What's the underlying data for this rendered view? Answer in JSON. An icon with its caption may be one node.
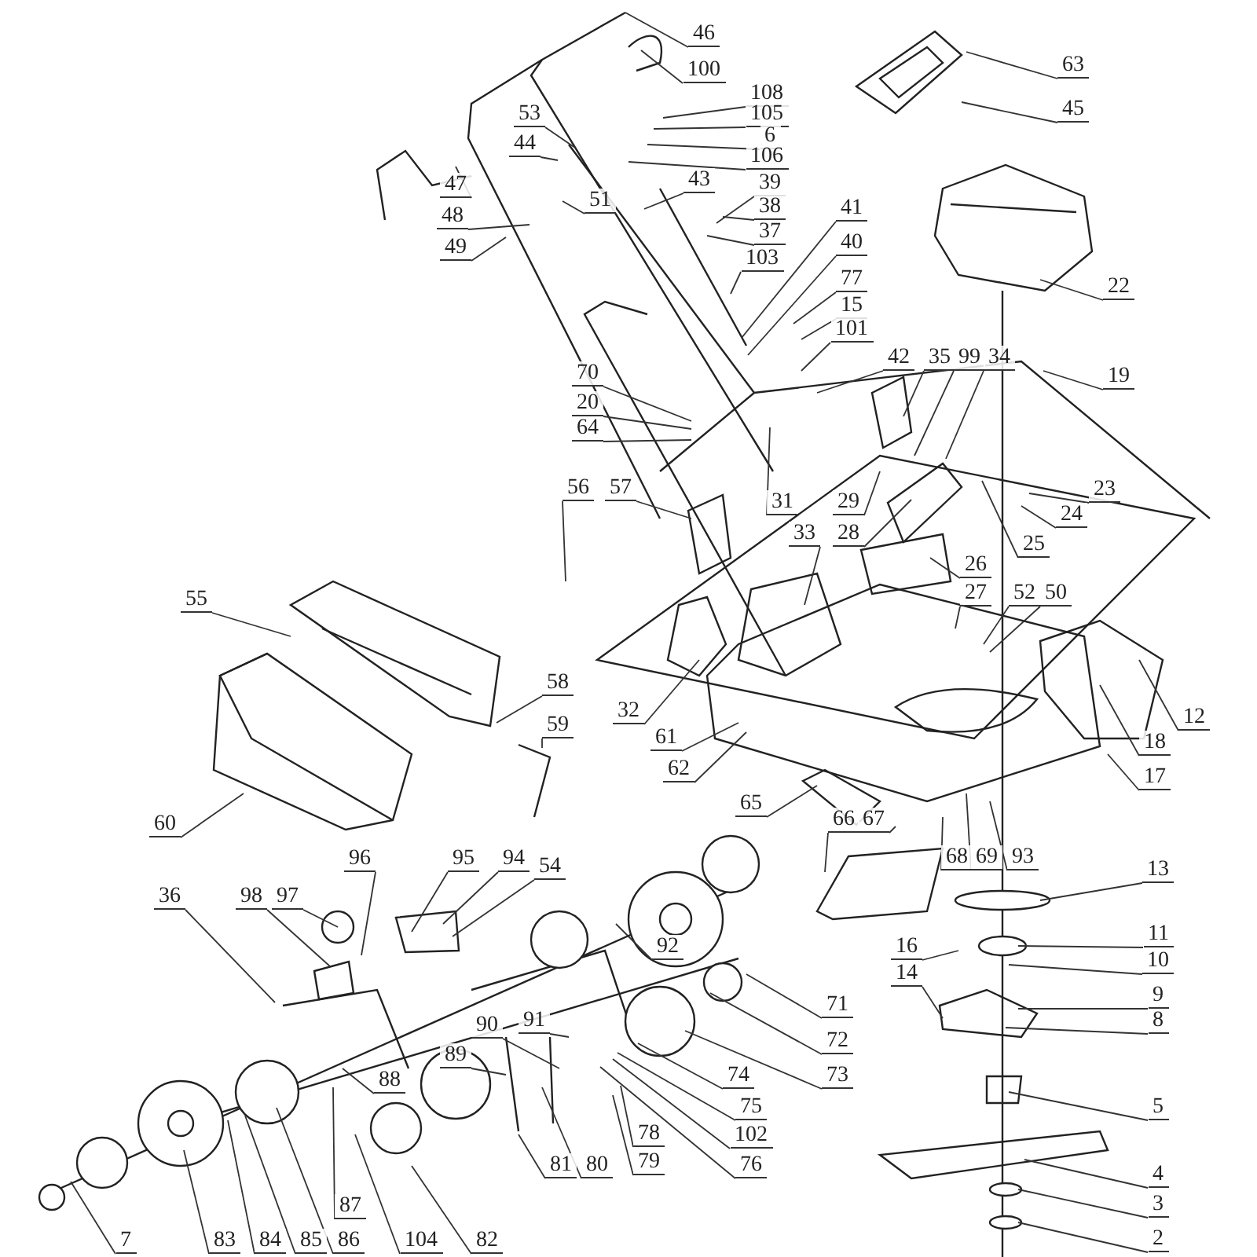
{
  "diagram": {
    "nodes": [
      {
        "text": [
          "46"
        ]
      },
      {
        "text": [
          "100"
        ]
      },
      {
        "text": [
          "108"
        ]
      },
      {
        "text": [
          "105"
        ]
      },
      {
        "text": [
          "6"
        ]
      },
      {
        "text": [
          "106"
        ]
      },
      {
        "text": [
          "53"
        ]
      },
      {
        "text": [
          "44"
        ]
      },
      {
        "text": [
          "43"
        ]
      },
      {
        "text": [
          "39"
        ]
      },
      {
        "text": [
          "38"
        ]
      },
      {
        "text": [
          "37"
        ]
      },
      {
        "text": [
          "51"
        ]
      },
      {
        "text": [
          "47"
        ]
      },
      {
        "text": [
          "48"
        ]
      },
      {
        "text": [
          "49"
        ]
      },
      {
        "text": [
          "103"
        ]
      },
      {
        "text": [
          "41"
        ]
      },
      {
        "text": [
          "40"
        ]
      },
      {
        "text": [
          "77"
        ]
      },
      {
        "text": [
          "15"
        ]
      },
      {
        "text": [
          "101"
        ]
      },
      {
        "text": [
          "42"
        ]
      },
      {
        "text": [
          "35"
        ]
      },
      {
        "text": [
          "99"
        ]
      },
      {
        "text": [
          "34"
        ]
      },
      {
        "text": [
          "19"
        ]
      },
      {
        "text": [
          "63"
        ]
      },
      {
        "text": [
          "45"
        ]
      },
      {
        "text": [
          "22"
        ]
      },
      {
        "text": [
          "70"
        ]
      },
      {
        "text": [
          "20"
        ]
      },
      {
        "text": [
          "64"
        ]
      },
      {
        "text": [
          "56"
        ]
      },
      {
        "text": [
          "57"
        ]
      },
      {
        "text": [
          "31"
        ]
      },
      {
        "text": [
          "29"
        ]
      },
      {
        "text": [
          "28"
        ]
      },
      {
        "text": [
          "33"
        ]
      },
      {
        "text": [
          "23"
        ]
      },
      {
        "text": [
          "24"
        ]
      },
      {
        "text": [
          "25"
        ]
      },
      {
        "text": [
          "26"
        ]
      },
      {
        "text": [
          "27"
        ]
      },
      {
        "text": [
          "52"
        ]
      },
      {
        "text": [
          "50"
        ]
      },
      {
        "text": [
          "12"
        ]
      },
      {
        "text": [
          "18"
        ]
      },
      {
        "text": [
          "17"
        ]
      },
      {
        "text": [
          "55"
        ]
      },
      {
        "text": [
          "58"
        ]
      },
      {
        "text": [
          "59"
        ]
      },
      {
        "text": [
          "60"
        ]
      },
      {
        "text": [
          "32"
        ]
      },
      {
        "text": [
          "61"
        ]
      },
      {
        "text": [
          "62"
        ]
      },
      {
        "text": [
          "65"
        ]
      },
      {
        "text": [
          "66"
        ]
      },
      {
        "text": [
          "67"
        ]
      },
      {
        "text": [
          "68"
        ]
      },
      {
        "text": [
          "69"
        ]
      },
      {
        "text": [
          "93"
        ]
      },
      {
        "text": [
          "13"
        ]
      },
      {
        "text": [
          "11"
        ]
      },
      {
        "text": [
          "10"
        ]
      },
      {
        "text": [
          "9"
        ]
      },
      {
        "text": [
          "8"
        ]
      },
      {
        "text": [
          "16"
        ]
      },
      {
        "text": [
          "14"
        ]
      },
      {
        "text": [
          "5"
        ]
      },
      {
        "text": [
          "4"
        ]
      },
      {
        "text": [
          "3"
        ]
      },
      {
        "text": [
          "2"
        ]
      },
      {
        "text": [
          "71"
        ]
      },
      {
        "text": [
          "72"
        ]
      },
      {
        "text": [
          "73"
        ]
      },
      {
        "text": [
          "74"
        ]
      },
      {
        "text": [
          "75"
        ]
      },
      {
        "text": [
          "102"
        ]
      },
      {
        "text": [
          "76"
        ]
      },
      {
        "text": [
          "78"
        ]
      },
      {
        "text": [
          "79"
        ]
      },
      {
        "text": [
          "92"
        ]
      },
      {
        "text": [
          "36"
        ]
      },
      {
        "text": [
          "98"
        ]
      },
      {
        "text": [
          "97"
        ]
      },
      {
        "text": [
          "96"
        ]
      },
      {
        "text": [
          "95"
        ]
      },
      {
        "text": [
          "94"
        ]
      },
      {
        "text": [
          "54"
        ]
      },
      {
        "text": [
          "91"
        ]
      },
      {
        "text": [
          "90"
        ]
      },
      {
        "text": [
          "89"
        ]
      },
      {
        "text": [
          "88"
        ]
      },
      {
        "text": [
          "87"
        ]
      },
      {
        "text": [
          "81"
        ]
      },
      {
        "text": [
          "80"
        ]
      },
      {
        "text": [
          "104"
        ]
      },
      {
        "text": [
          "82"
        ]
      },
      {
        "text": [
          "83"
        ]
      },
      {
        "text": [
          "84"
        ]
      },
      {
        "text": [
          "85"
        ]
      },
      {
        "text": [
          "86"
        ]
      },
      {
        "text": [
          "7"
        ]
      }
    ],
    "edges": [
      {
        "from": 0,
        "to": null,
        "arrow": "none"
      },
      {
        "from": 1,
        "to": null,
        "arrow": "none"
      },
      {
        "from": 2,
        "to": null,
        "arrow": "none"
      },
      {
        "from": 3,
        "to": null,
        "arrow": "none"
      },
      {
        "from": 4,
        "to": null,
        "arrow": "none"
      },
      {
        "from": 5,
        "to": null,
        "arrow": "none"
      },
      {
        "from": 6,
        "to": null,
        "arrow": "none"
      },
      {
        "from": 7,
        "to": null,
        "arrow": "none"
      },
      {
        "from": 8,
        "to": null,
        "arrow": "none"
      },
      {
        "from": 9,
        "to": null,
        "arrow": "none"
      },
      {
        "from": 10,
        "to": null,
        "arrow": "none"
      },
      {
        "from": 11,
        "to": null,
        "arrow": "none"
      },
      {
        "from": 12,
        "to": null,
        "arrow": "none"
      },
      {
        "from": 13,
        "to": null,
        "arrow": "none"
      },
      {
        "from": 14,
        "to": null,
        "arrow": "none"
      },
      {
        "from": 15,
        "to": null,
        "arrow": "none"
      },
      {
        "from": 16,
        "to": null,
        "arrow": "none"
      },
      {
        "from": 17,
        "to": null,
        "arrow": "none"
      },
      {
        "from": 18,
        "to": null,
        "arrow": "none"
      },
      {
        "from": 19,
        "to": null,
        "arrow": "none"
      },
      {
        "from": 20,
        "to": null,
        "arrow": "none"
      },
      {
        "from": 21,
        "to": null,
        "arrow": "none"
      },
      {
        "from": 22,
        "to": null,
        "arrow": "none"
      },
      {
        "from": 23,
        "to": null,
        "arrow": "none"
      },
      {
        "from": 24,
        "to": null,
        "arrow": "none"
      },
      {
        "from": 25,
        "to": null,
        "arrow": "none"
      },
      {
        "from": 26,
        "to": null,
        "arrow": "none"
      },
      {
        "from": 27,
        "to": null,
        "arrow": "none"
      },
      {
        "from": 28,
        "to": null,
        "arrow": "none"
      },
      {
        "from": 29,
        "to": null,
        "arrow": "none"
      },
      {
        "from": 30,
        "to": null,
        "arrow": "none"
      },
      {
        "from": 31,
        "to": null,
        "arrow": "none"
      },
      {
        "from": 32,
        "to": null,
        "arrow": "none"
      },
      {
        "from": 33,
        "to": null,
        "arrow": "none"
      },
      {
        "from": 34,
        "to": null,
        "arrow": "none"
      },
      {
        "from": 35,
        "to": null,
        "arrow": "none"
      },
      {
        "from": 36,
        "to": null,
        "arrow": "none"
      },
      {
        "from": 37,
        "to": null,
        "arrow": "none"
      },
      {
        "from": 38,
        "to": null,
        "arrow": "none"
      },
      {
        "from": 39,
        "to": null,
        "arrow": "none"
      },
      {
        "from": 40,
        "to": null,
        "arrow": "none"
      },
      {
        "from": 41,
        "to": null,
        "arrow": "none"
      },
      {
        "from": 42,
        "to": null,
        "arrow": "none"
      },
      {
        "from": 43,
        "to": null,
        "arrow": "none"
      },
      {
        "from": 44,
        "to": null,
        "arrow": "none"
      },
      {
        "from": 45,
        "to": null,
        "arrow": "none"
      },
      {
        "from": 46,
        "to": null,
        "arrow": "none"
      },
      {
        "from": 47,
        "to": null,
        "arrow": "none"
      },
      {
        "from": 48,
        "to": null,
        "arrow": "none"
      },
      {
        "from": 49,
        "to": null,
        "arrow": "none"
      },
      {
        "from": 50,
        "to": null,
        "arrow": "none"
      },
      {
        "from": 51,
        "to": null,
        "arrow": "none"
      },
      {
        "from": 52,
        "to": null,
        "arrow": "none"
      },
      {
        "from": 53,
        "to": null,
        "arrow": "none"
      },
      {
        "from": 54,
        "to": null,
        "arrow": "none"
      },
      {
        "from": 55,
        "to": null,
        "arrow": "none"
      },
      {
        "from": 56,
        "to": null,
        "arrow": "none"
      },
      {
        "from": 57,
        "to": null,
        "arrow": "none"
      },
      {
        "from": 58,
        "to": null,
        "arrow": "none"
      },
      {
        "from": 59,
        "to": null,
        "arrow": "none"
      },
      {
        "from": 60,
        "to": null,
        "arrow": "none"
      },
      {
        "from": 61,
        "to": null,
        "arrow": "none"
      },
      {
        "from": 62,
        "to": null,
        "arrow": "none"
      },
      {
        "from": 63,
        "to": null,
        "arrow": "none"
      },
      {
        "from": 64,
        "to": null,
        "arrow": "none"
      },
      {
        "from": 65,
        "to": null,
        "arrow": "none"
      },
      {
        "from": 66,
        "to": null,
        "arrow": "none"
      },
      {
        "from": 67,
        "to": null,
        "arrow": "none"
      },
      {
        "from": 68,
        "to": null,
        "arrow": "none"
      },
      {
        "from": 69,
        "to": null,
        "arrow": "none"
      },
      {
        "from": 70,
        "to": null,
        "arrow": "none"
      },
      {
        "from": 71,
        "to": null,
        "arrow": "none"
      },
      {
        "from": 72,
        "to": null,
        "arrow": "none"
      },
      {
        "from": 73,
        "to": null,
        "arrow": "none"
      },
      {
        "from": 74,
        "to": null,
        "arrow": "none"
      },
      {
        "from": 75,
        "to": null,
        "arrow": "none"
      },
      {
        "from": 76,
        "to": null,
        "arrow": "none"
      },
      {
        "from": 77,
        "to": null,
        "arrow": "none"
      },
      {
        "from": 78,
        "to": null,
        "arrow": "none"
      },
      {
        "from": 79,
        "to": null,
        "arrow": "none"
      },
      {
        "from": 80,
        "to": null,
        "arrow": "none"
      },
      {
        "from": 81,
        "to": null,
        "arrow": "none"
      },
      {
        "from": 82,
        "to": null,
        "arrow": "none"
      },
      {
        "from": 83,
        "to": null,
        "arrow": "none"
      },
      {
        "from": 84,
        "to": null,
        "arrow": "none"
      },
      {
        "from": 85,
        "to": null,
        "arrow": "none"
      },
      {
        "from": 86,
        "to": null,
        "arrow": "none"
      },
      {
        "from": 87,
        "to": null,
        "arrow": "none"
      },
      {
        "from": 88,
        "to": null,
        "arrow": "none"
      },
      {
        "from": 89,
        "to": null,
        "arrow": "none"
      },
      {
        "from": 90,
        "to": null,
        "arrow": "none"
      },
      {
        "from": 91,
        "to": null,
        "arrow": "none"
      },
      {
        "from": 92,
        "to": null,
        "arrow": "none"
      },
      {
        "from": 93,
        "to": null,
        "arrow": "none"
      },
      {
        "from": 94,
        "to": null,
        "arrow": "none"
      },
      {
        "from": 95,
        "to": null,
        "arrow": "none"
      },
      {
        "from": 96,
        "to": null,
        "arrow": "none"
      },
      {
        "from": 97,
        "to": null,
        "arrow": "none"
      },
      {
        "from": 98,
        "to": null,
        "arrow": "none"
      },
      {
        "from": 99,
        "to": null,
        "arrow": "none"
      },
      {
        "from": 100,
        "to": null,
        "arrow": "none"
      },
      {
        "from": 101,
        "to": null,
        "arrow": "none"
      },
      {
        "from": 102,
        "to": null,
        "arrow": "none"
      },
      {
        "from": 103,
        "to": null,
        "arrow": "none"
      }
    ]
  }
}
